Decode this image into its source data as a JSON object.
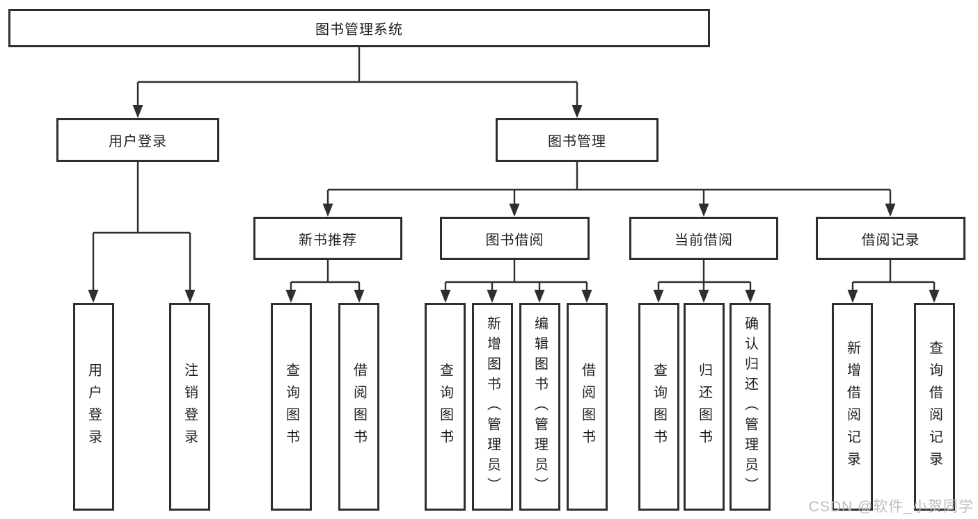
{
  "colors": {
    "line": "#2e2e2e",
    "box_border": "#2e2e2e",
    "text": "#1f1f1f",
    "watermark": "#bdbdbd",
    "background": "#ffffff"
  },
  "watermark": {
    "text": "CSDN @软件_小贺同学"
  },
  "tree": {
    "root": {
      "label": "图书管理系统"
    },
    "children": [
      {
        "label": "用户登录",
        "children": [
          {
            "label": "用户登录"
          },
          {
            "label": "注销登录"
          }
        ]
      },
      {
        "label": "图书管理",
        "children": [
          {
            "label": "新书推荐",
            "children": [
              {
                "label": "查询图书"
              },
              {
                "label": "借阅图书"
              }
            ]
          },
          {
            "label": "图书借阅",
            "children": [
              {
                "label": "查询图书"
              },
              {
                "label": "新增图书（管理员）"
              },
              {
                "label": "编辑图书（管理员）"
              },
              {
                "label": "借阅图书"
              }
            ]
          },
          {
            "label": "当前借阅",
            "children": [
              {
                "label": "查询图书"
              },
              {
                "label": "归还图书"
              },
              {
                "label": "确认归还（管理员）"
              }
            ]
          },
          {
            "label": "借阅记录",
            "children": [
              {
                "label": "新增借阅记录"
              },
              {
                "label": "查询借阅记录"
              }
            ]
          }
        ]
      }
    ]
  }
}
